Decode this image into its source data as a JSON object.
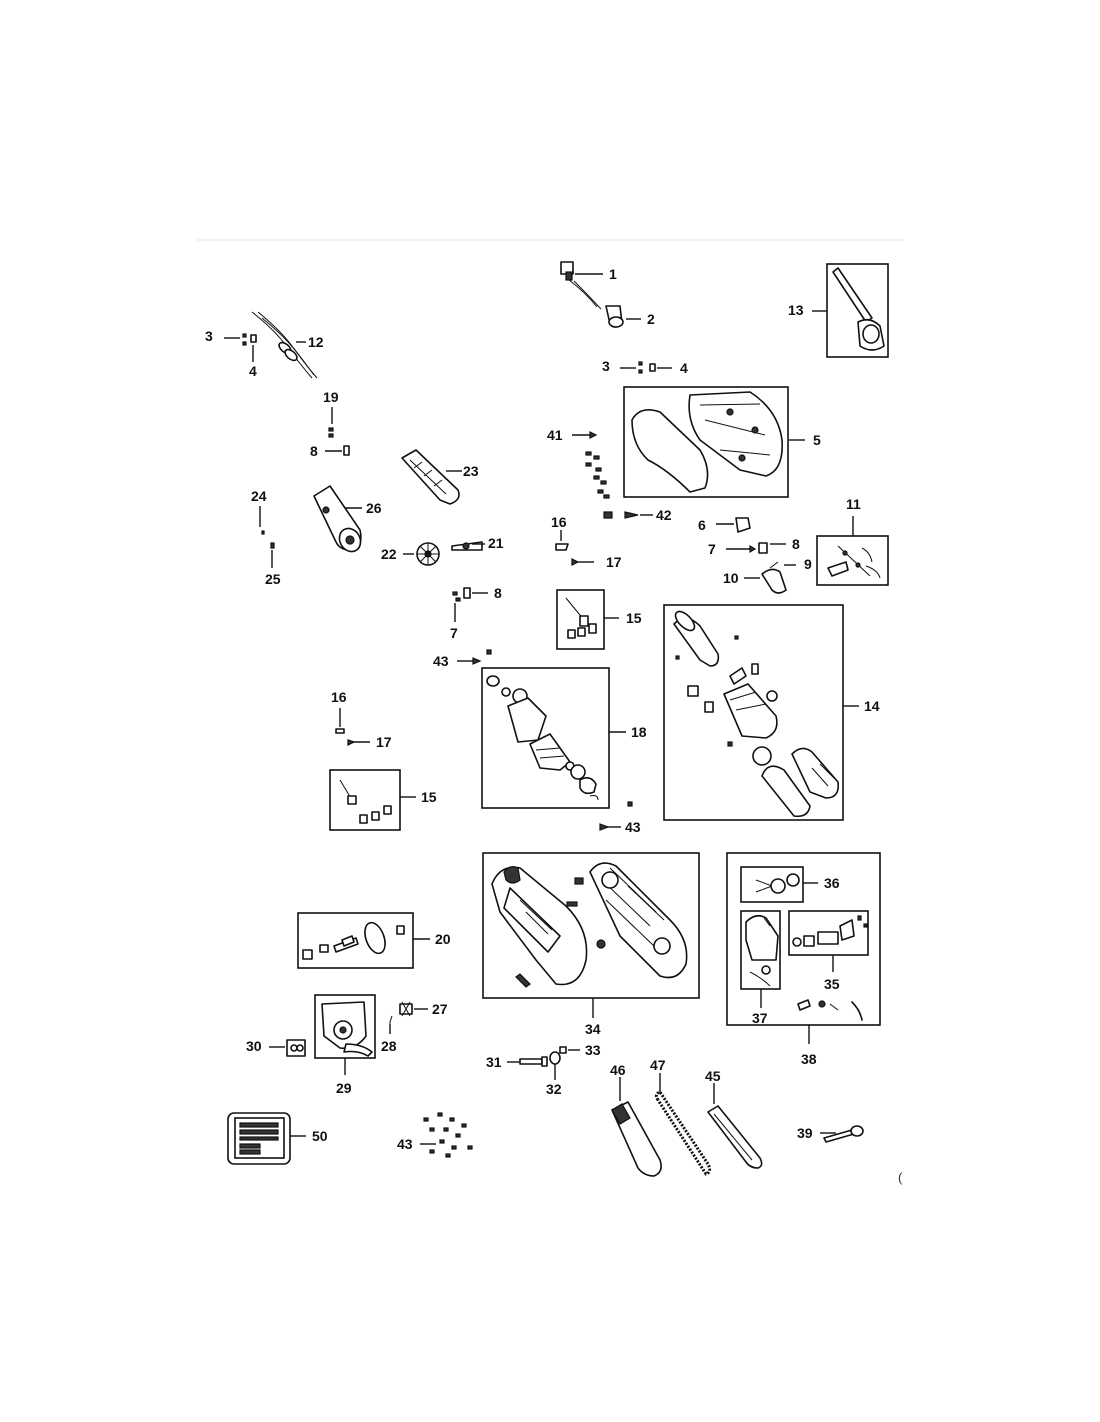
{
  "callouts": {
    "c1": "1",
    "c2": "2",
    "c3a": "3",
    "c4a": "4",
    "c3b": "3",
    "c4b": "4",
    "c5": "5",
    "c6": "6",
    "c7a": "7",
    "c8a": "8",
    "c7b": "7",
    "c8b": "8",
    "c8c": "8",
    "c9": "9",
    "c10": "10",
    "c11": "11",
    "c12": "12",
    "c13": "13",
    "c14": "14",
    "c15a": "15",
    "c15b": "15",
    "c16a": "16",
    "c16b": "16",
    "c17a": "17",
    "c17b": "17",
    "c18": "18",
    "c19": "19",
    "c20": "20",
    "c21": "21",
    "c22": "22",
    "c23": "23",
    "c24": "24",
    "c25": "25",
    "c26": "26",
    "c27": "27",
    "c28": "28",
    "c29": "29",
    "c30": "30",
    "c31": "31",
    "c32": "32",
    "c33": "33",
    "c34": "34",
    "c35": "35",
    "c36": "36",
    "c37": "37",
    "c38": "38",
    "c39": "39",
    "c41": "41",
    "c42": "42",
    "c43a": "43",
    "c43b": "43",
    "c43c": "43",
    "c45": "45",
    "c46": "46",
    "c47": "47",
    "c50": "50"
  },
  "corner_mark": "(",
  "colors": {
    "line": "#111111",
    "divider": "#e6e6e6"
  }
}
